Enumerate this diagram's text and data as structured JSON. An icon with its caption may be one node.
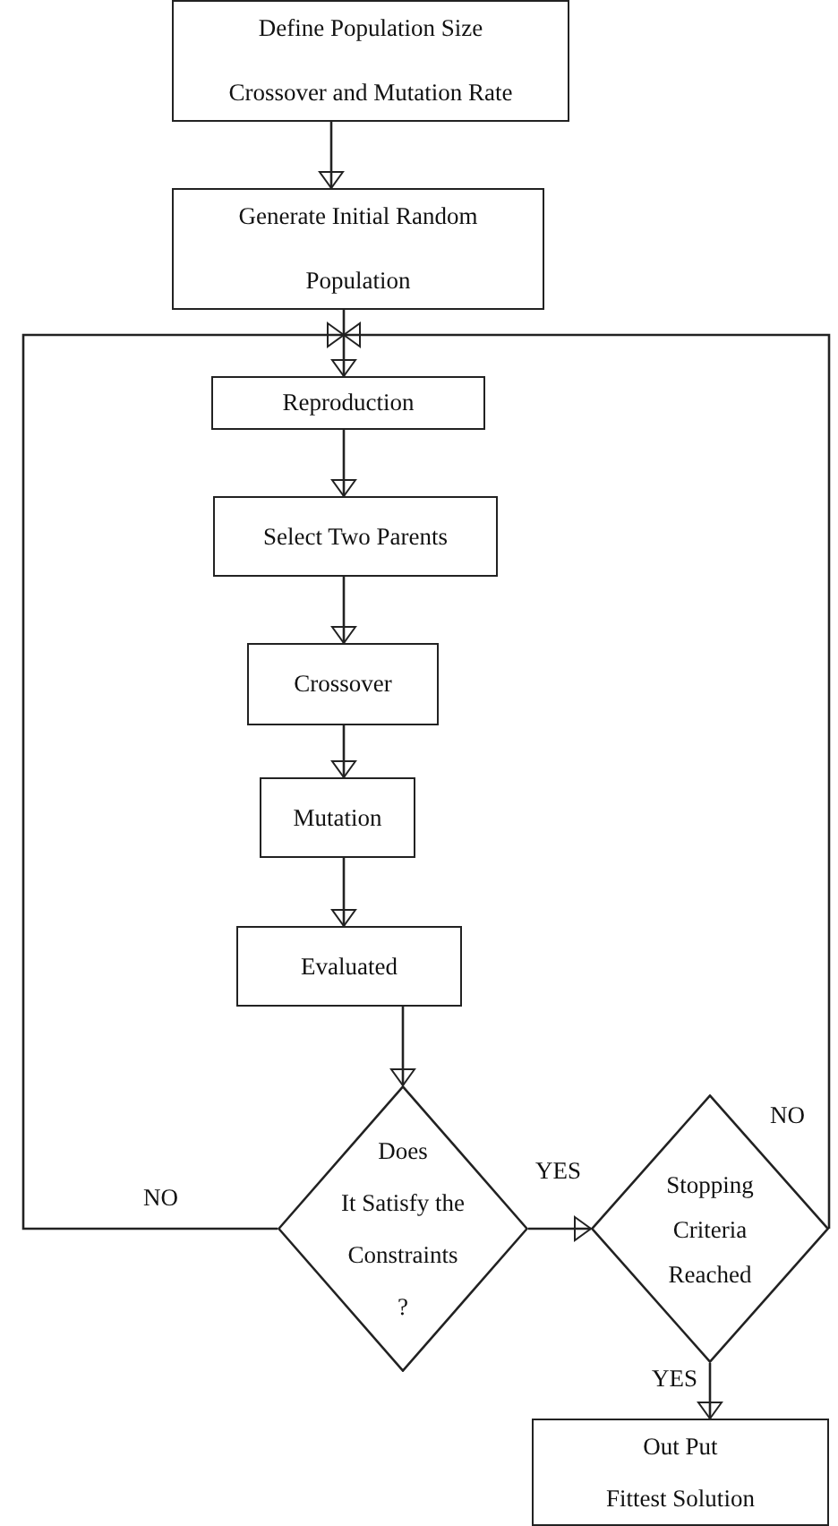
{
  "diagram": {
    "nodes": [
      {
        "text": [
          "Define Population Size Crossover and Mutation Rate"
        ]
      },
      {
        "text": [
          "Generate Initial Random Population"
        ]
      },
      {
        "text": [
          "Reproduction"
        ]
      },
      {
        "text": [
          "Select Two Parents"
        ]
      },
      {
        "text": [
          "Crossover"
        ]
      },
      {
        "text": [
          "Mutation"
        ]
      },
      {
        "text": [
          "Evaluated"
        ]
      },
      {
        "text": [
          "Does It Satisfy the Constraints ?"
        ]
      },
      {
        "text": [
          "Stopping Criteria Reached"
        ]
      },
      {
        "text": [
          "Out Put Fittest Solution"
        ]
      }
    ],
    "edges": [
      {
        "from": 0,
        "to": 1,
        "arrow": "to"
      },
      {
        "from": 1,
        "to": 2,
        "arrow": "to"
      },
      {
        "from": 2,
        "to": 3,
        "arrow": "to"
      },
      {
        "from": 3,
        "to": 4,
        "arrow": "to"
      },
      {
        "from": 4,
        "to": 5,
        "arrow": "to"
      },
      {
        "from": 5,
        "to": 6,
        "arrow": "to"
      },
      {
        "from": 6,
        "to": 7,
        "arrow": "to"
      },
      {
        "from": 7,
        "to": 8,
        "arrow": "to",
        "label": "YES"
      },
      {
        "from": 7,
        "to": 2,
        "arrow": "to",
        "label": "NO"
      },
      {
        "from": 8,
        "to": 9,
        "arrow": "to",
        "label": "YES"
      },
      {
        "from": 8,
        "to": 2,
        "arrow": "to",
        "label": "NO"
      }
    ]
  }
}
